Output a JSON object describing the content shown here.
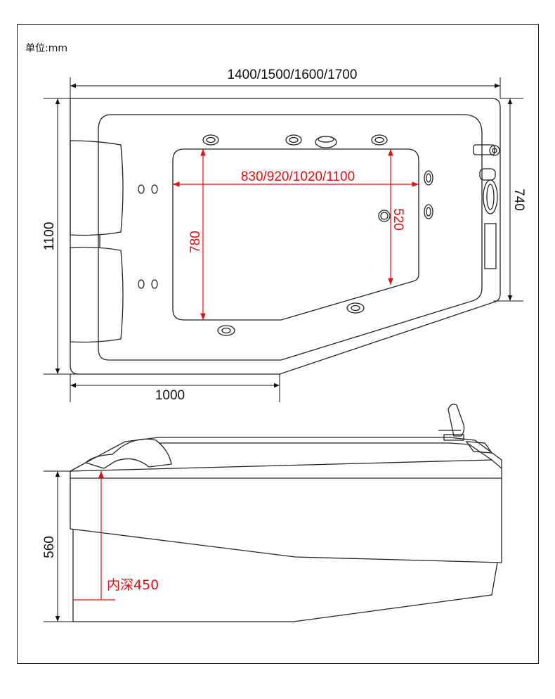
{
  "unit_label": "单位:mm",
  "top_view": {
    "overall_length": "1400/1500/1600/1700",
    "overall_width": "1100",
    "end_width": "740",
    "front_length": "1000",
    "inner_length": "830/920/1020/1100",
    "inner_width_left": "780",
    "inner_width_right": "520"
  },
  "side_view": {
    "height": "560",
    "inner_depth": "内深450"
  },
  "colors": {
    "line": "#222222",
    "dimension_red": "#e01010"
  }
}
